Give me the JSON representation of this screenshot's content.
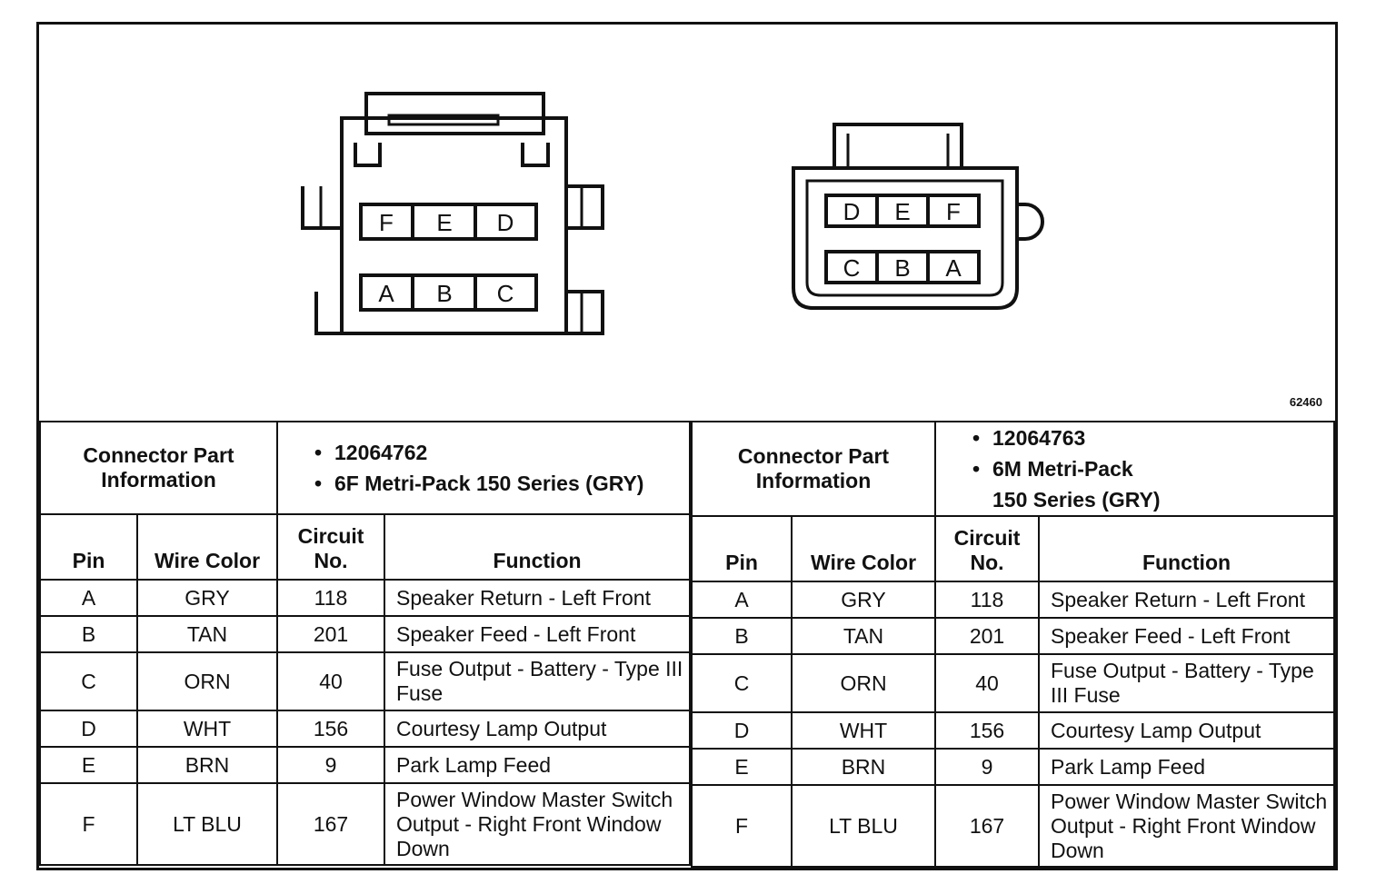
{
  "figure_number": "62460",
  "left_connector": {
    "top_row": [
      "F",
      "E",
      "D"
    ],
    "bottom_row": [
      "A",
      "B",
      "C"
    ],
    "header_label": "Connector Part Information",
    "part_info": [
      "12064762",
      "6F Metri-Pack 150 Series (GRY)"
    ]
  },
  "right_connector": {
    "top_row": [
      "D",
      "E",
      "F"
    ],
    "bottom_row": [
      "C",
      "B",
      "A"
    ],
    "header_label": "Connector Part Information",
    "part_info": [
      "12064763",
      "6M Metri-Pack",
      "150 Series (GRY)"
    ]
  },
  "columns": {
    "pin": "Pin",
    "wire": "Wire Color",
    "circuit": "Circuit No.",
    "function": "Function"
  },
  "rows": [
    {
      "pin": "A",
      "wire": "GRY",
      "circuit": "118",
      "function": "Speaker Return - Left Front"
    },
    {
      "pin": "B",
      "wire": "TAN",
      "circuit": "201",
      "function": "Speaker Feed - Left Front"
    },
    {
      "pin": "C",
      "wire": "ORN",
      "circuit": "40",
      "function": "Fuse Output - Battery - Type III Fuse"
    },
    {
      "pin": "D",
      "wire": "WHT",
      "circuit": "156",
      "function": "Courtesy Lamp Output"
    },
    {
      "pin": "E",
      "wire": "BRN",
      "circuit": "9",
      "function": "Park Lamp Feed"
    },
    {
      "pin": "F",
      "wire": "LT BLU",
      "circuit": "167",
      "function": "Power Window Master Switch Output - Right Front Window Down"
    }
  ]
}
